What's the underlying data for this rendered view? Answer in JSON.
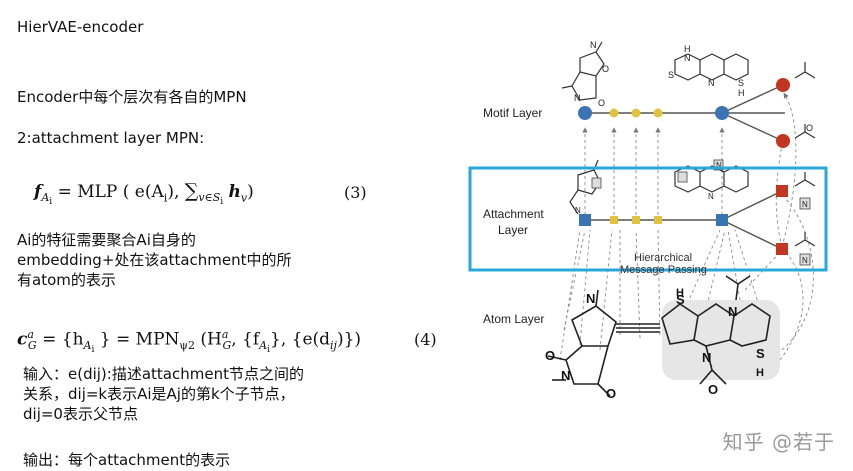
{
  "slide": {
    "title": "HierVAE-encoder",
    "intro": "Encoder中每个层次有各自的MPN",
    "section": "2:attachment layer MPN:",
    "eq3": {
      "lhs": "f",
      "lhs_sub": "A",
      "lhs_subsub": "i",
      "rhs": "= MLP ( e(A",
      "rhs_i": "i",
      "rhs_tail": "),",
      "sum": "∑",
      "sum_sub": "v∈S",
      "sum_subsub": "i",
      "h": "h",
      "h_sub": "v",
      "close": ")",
      "number": "(3)"
    },
    "desc": "Ai的特征需要聚合Ai自身的embedding+处在该attachment中的所有atom的表示",
    "eq4": {
      "lhs": "c",
      "lhs_sup": "a",
      "lhs_sub": "G",
      "mid": "= {h",
      "mid_sub": "A",
      "mid_subsub": "i",
      "mpn": "} = MPN",
      "mpn_sub": "ψ2",
      "args": "(H",
      "args_sup": "a",
      "args_sub": "G",
      "args_tail": ", {f",
      "f_sub": "A",
      "f_subsub": "i",
      "e_part": "}, {e(d",
      "d_sub": "ij",
      "end": ")})",
      "number": "(4)"
    },
    "input_text": "输入：e(dij):描述attachment节点之间的关系，dij=k表示Ai是Aj的第k个子节点，dij=0表示父节点",
    "output_text": "输出：每个attachment的表示",
    "watermark": "知乎 @若于"
  },
  "diagram": {
    "motif_layer_label": "Motif Layer",
    "attachment_layer_label_1": "Attachment",
    "attachment_layer_label_2": "Layer",
    "atom_layer_label": "Atom Layer",
    "hierarchical_1": "Hierarchical",
    "hierarchical_2": "Message Passing",
    "atom_n": "N",
    "atom_s": "S",
    "atom_h": "H",
    "atom_o": "O",
    "box_n": "N",
    "colors": {
      "blue_node": "#3b74b4",
      "yellow_node": "#e2c241",
      "red_node": "#c2361f",
      "highlight_box": "#29a7d8"
    }
  }
}
